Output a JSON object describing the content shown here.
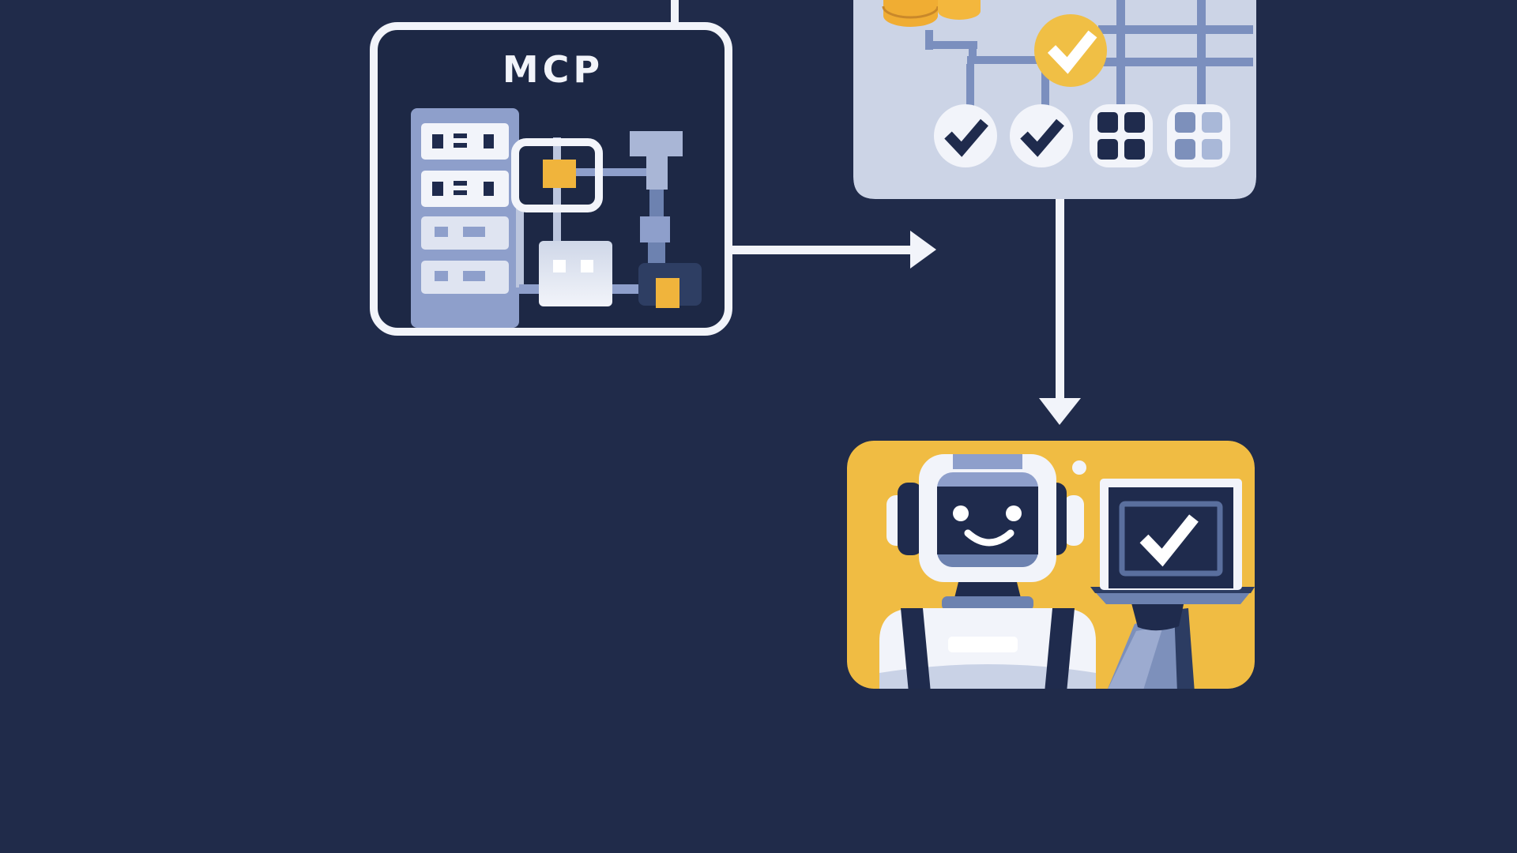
{
  "mcp_box": {
    "label": "MCP",
    "icons": [
      "server-rack-icon",
      "circuit-node-gold-icon",
      "chip-icon",
      "circuit-dark-node-gold-icon"
    ]
  },
  "assets_panel": {
    "icons": [
      "coin-stack-icon",
      "gold-check-circle-icon",
      "check-circle-icon",
      "check-circle-icon",
      "grid-tile-dark-icon",
      "grid-tile-light-icon"
    ],
    "motifs": [
      "flow-tree-lines",
      "table-grid-lines"
    ]
  },
  "robot_card": {
    "icons": [
      "robot-face-icon",
      "laptop-check-icon"
    ]
  },
  "connectors": {
    "top": "vertical-connector-line",
    "right_arrow": "arrow-right-icon",
    "down_arrow": "arrow-down-icon"
  },
  "colors": {
    "bg": "#202b4a",
    "boxnavy": "#1d2845",
    "white": "#f2f4fa",
    "purewhite": "#ffffff",
    "navy": "#1f2b4d",
    "navymid": "#2e3e63",
    "navyarm": "#2c3c62",
    "peri": "#8e9fcb",
    "lav": "#a9b6d6",
    "lavlight": "#c9d2e6",
    "lavmid": "#9cabd0",
    "slotlight": "#dfe4f1",
    "linelight": "#bcc6de",
    "slate": "#6d82b0",
    "slatemed": "#7d90bb",
    "frame": "#5a6f9e",
    "panel": "#ccd4e6",
    "pline": "#7b8fbe",
    "gold": "#f0b43c",
    "goldb": "#f0bf45",
    "goldc": "#f0bc43",
    "coin": "#f0ad33",
    "coinl": "#f3b73d",
    "coinseam": "#c9882a",
    "celllight": "#a9b8d8",
    "chiptop": "#cfd7e8",
    "chipbottom": "#f2f4fa"
  }
}
